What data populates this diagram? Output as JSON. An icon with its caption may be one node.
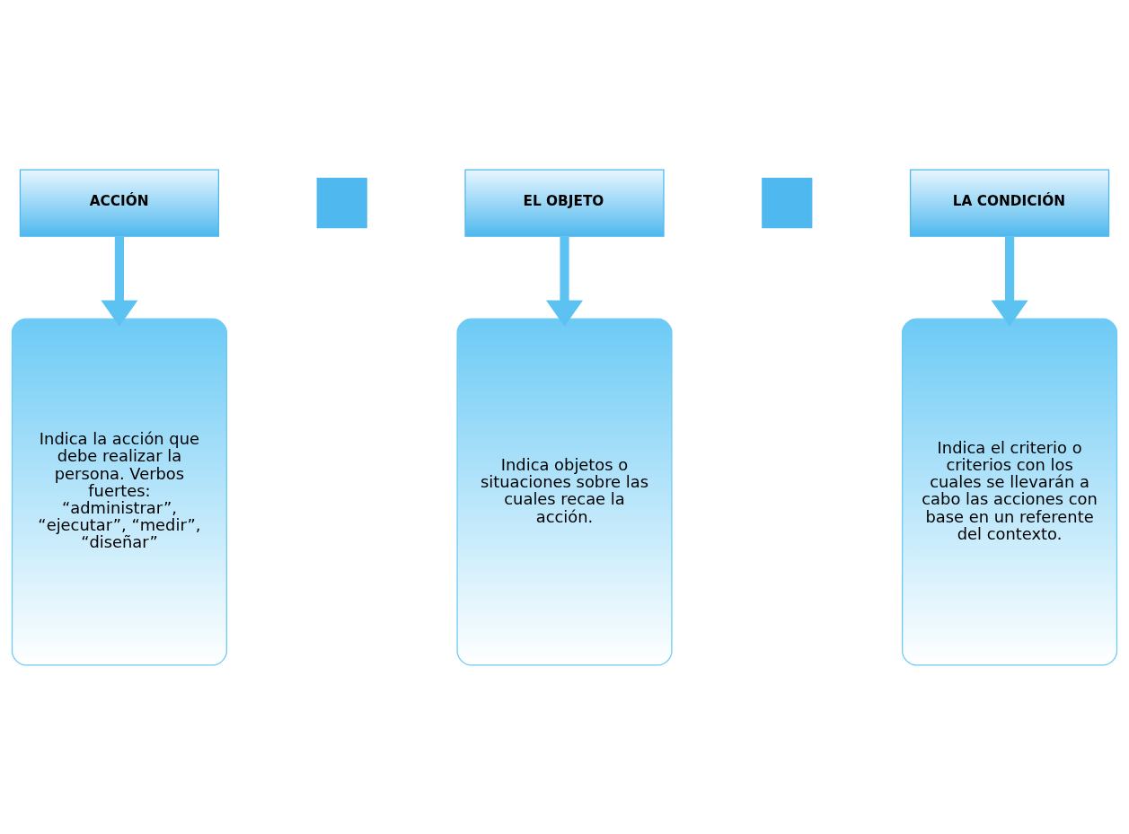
{
  "diagram": {
    "nodes": [
      {
        "text": [
          "ACCIÓN"
        ]
      },
      {
        "text": [],
        "shape": "plus"
      },
      {
        "text": [
          "EL OBJETO"
        ]
      },
      {
        "text": [],
        "shape": "plus"
      },
      {
        "text": [
          "LA CONDICIÓN"
        ]
      },
      {
        "text": [
          "Indica la acción que debe realizar la persona. Verbos fuertes: “administrar”, “ejecutar”, “medir”, “diseñar”"
        ]
      },
      {
        "text": [
          "Indica objetos o situaciones sobre las cuales recae la acción."
        ]
      },
      {
        "text": [
          "Indica el criterio o criterios con los cuales se llevarán a cabo las acciones con base en un referente del contexto."
        ]
      }
    ],
    "edges": [
      {
        "from": 0,
        "to": 5,
        "arrow": "to"
      },
      {
        "from": 2,
        "to": 6,
        "arrow": "to"
      },
      {
        "from": 4,
        "to": 7,
        "arrow": "to"
      }
    ]
  }
}
